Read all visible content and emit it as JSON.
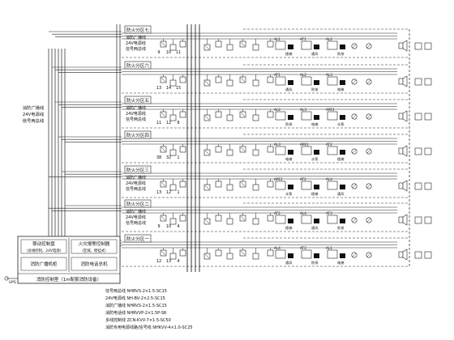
{
  "diagram": {
    "zones": [
      {
        "name": "防火分区七",
        "bus_labels": [
          "消防广播线",
          "24V电源线",
          "信号两总线"
        ],
        "node_ids": [
          "9",
          "10",
          "11"
        ]
      },
      {
        "name": "防火分区六",
        "bus_labels": [],
        "node_ids": [
          "13",
          "14",
          "15"
        ]
      },
      {
        "name": "防火分区五",
        "bus_labels": [
          "消防广播线",
          "24V电源线",
          "信号两总线"
        ],
        "node_ids": [
          "11",
          "12",
          "8"
        ]
      },
      {
        "name": "防火分区四",
        "bus_labels": [],
        "node_ids": [
          "38",
          "32",
          "1"
        ]
      },
      {
        "name": "防火分区三",
        "bus_labels": [
          "消防广播线",
          "24V电源线",
          "信号两总线"
        ],
        "node_ids": [
          "13",
          "12",
          "1"
        ]
      },
      {
        "name": "防火分区二",
        "bus_labels": [
          "消防广播线",
          "24V电源线",
          "信号两总线"
        ],
        "node_ids": [
          "9",
          "10",
          "4"
        ]
      },
      {
        "name": "防火分区一",
        "bus_labels": [],
        "node_ids": [
          "12",
          "13",
          "4"
        ]
      }
    ],
    "trunk_label": [
      "消防广播线",
      "24V电源线",
      "信号两总线"
    ],
    "devices": {
      "box_labels": [
        "AL1",
        "AT1",
        "AL2",
        "AL3",
        "APE1",
        "AT2",
        "AL4",
        "AT3"
      ],
      "tags": [
        "楼梯",
        "通风",
        "防排",
        "电梯",
        "水泵"
      ]
    },
    "control_panel": {
      "cells": [
        [
          "联动控制盘",
          "火灾报警控制器"
        ],
        [
          "（总线控制，24V电源）",
          "（区域，壁挂式）"
        ],
        [
          "消防广播机柜",
          "消防电话总机"
        ]
      ],
      "footer": "消防控制室（1m配套消防设备）",
      "left_tag": "UPS"
    },
    "legend": [
      "信号两总线  NHRVS-2×1.5-SC15",
      "24V电源线  NH-BV-2×2.5-SC15",
      "消防广播线  NHRVS-2×1.5-SC15",
      "消防电话线  NHRVVP-2×1.5P-SR",
      "多线控制线  ZCN-KVV-7×1.5-SC50",
      "消防专用电源线路/信号线  NHKVV-4×1.0-SC25"
    ]
  }
}
